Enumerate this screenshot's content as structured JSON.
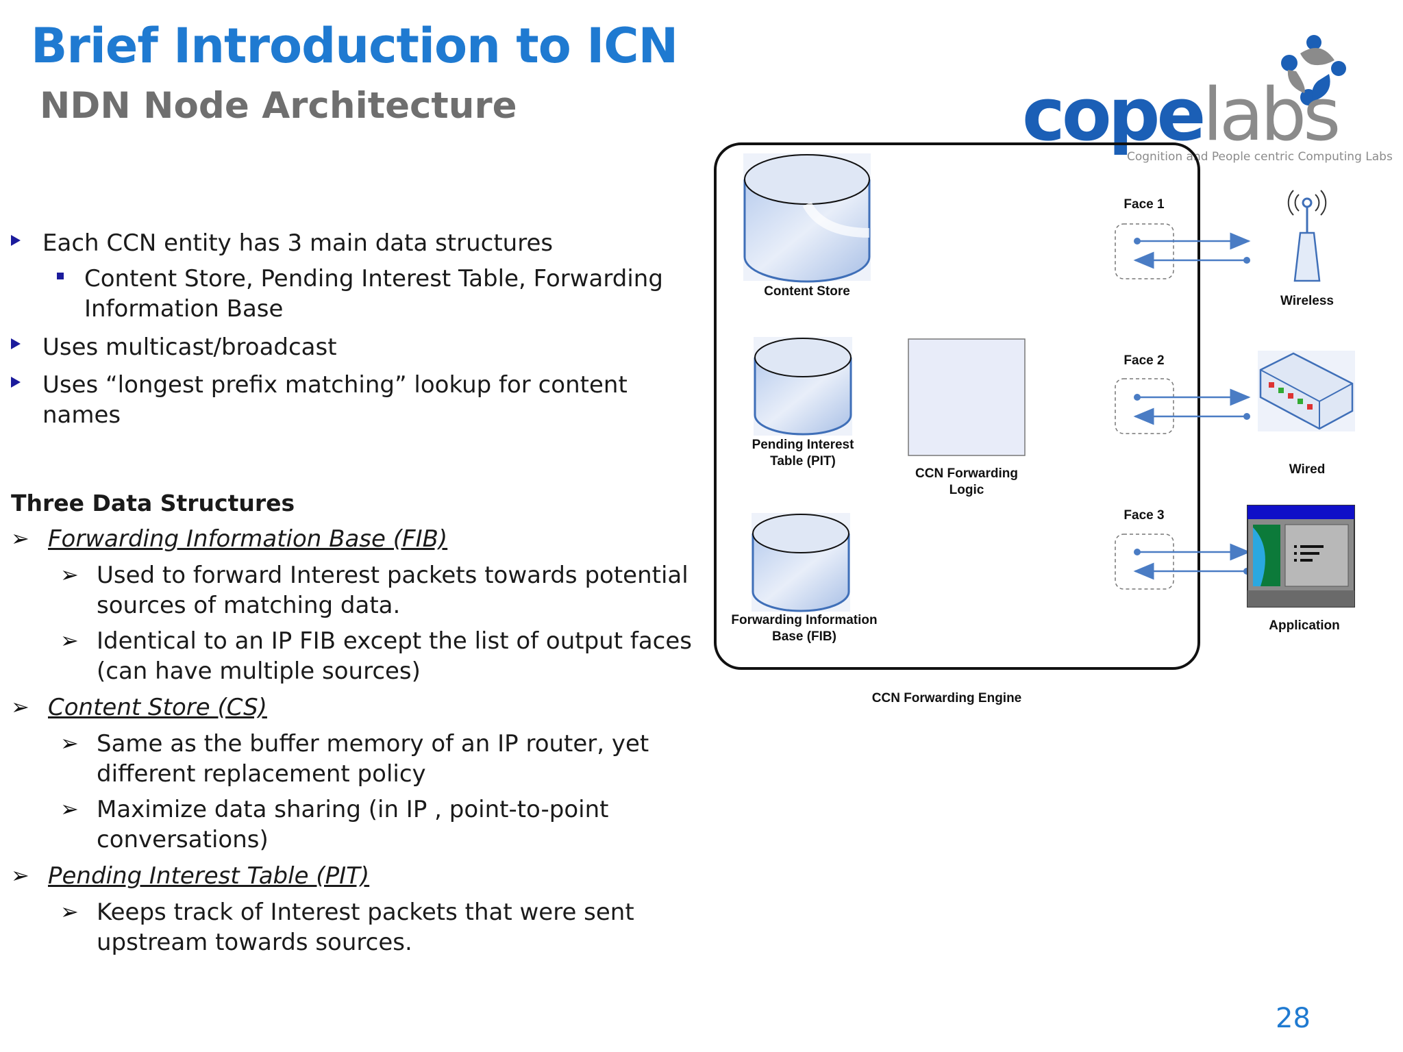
{
  "slide": {
    "title": "Brief Introduction to ICN",
    "subtitle": "NDN Node Architecture",
    "page_number": "28"
  },
  "bullets": {
    "b1": "Each CCN entity has 3 main data structures",
    "b1_sub_line1": "Content Store, Pending Interest Table, Forwarding",
    "b1_sub_line2": "Information Base",
    "b2": "Uses multicast/broadcast",
    "b3_line1": "Uses “longest prefix matching” lookup for content",
    "b3_line2": "names"
  },
  "structures": {
    "heading": "Three Data Structures",
    "fib": {
      "title": "Forwarding Information Base (FIB)",
      "p1_line1": "Used to forward Interest packets towards potential",
      "p1_line2": "sources of matching data.",
      "p2_line1": "Identical to an IP FIB except the list of output faces",
      "p2_line2": "(can have multiple sources)"
    },
    "cs": {
      "title": "Content Store (CS)",
      "p1_line1": "Same as the buffer memory of an IP router, yet",
      "p1_line2": "different replacement policy",
      "p2_line1": "Maximize data sharing (in IP , point-to-point",
      "p2_line2": "conversations)"
    },
    "pit": {
      "title": "Pending Interest Table (PIT)",
      "p1_line1": "Keeps track of Interest packets that were sent",
      "p1_line2": "upstream towards sources."
    }
  },
  "diagram": {
    "engine_label": "CCN Forwarding Engine",
    "content_store": "Content Store",
    "pit_line1": "Pending Interest",
    "pit_line2": "Table (PIT)",
    "fib_line1": "Forwarding Information",
    "fib_line2": "Base (FIB)",
    "logic_line1": "CCN Forwarding",
    "logic_line2": "Logic",
    "face1": "Face 1",
    "face2": "Face 2",
    "face3": "Face 3",
    "wireless": "Wireless",
    "wired": "Wired",
    "application": "Application"
  },
  "logo": {
    "part1": "cope",
    "part2": "labs",
    "tagline": "Cognition and People centric Computing Labs"
  },
  "colors": {
    "title": "#1f7ad1",
    "subtitle": "#6f6f6f",
    "bullet": "#1b1b9c",
    "arrow_line": "#4a7cc4",
    "cylinder": "#c9d8ef"
  }
}
